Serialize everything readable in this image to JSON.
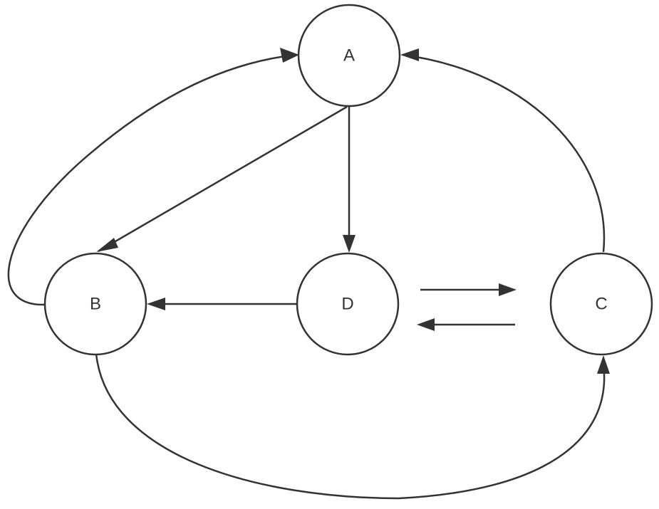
{
  "diagram": {
    "nodes": [
      {
        "id": "A",
        "label": "A"
      },
      {
        "id": "B",
        "label": "B"
      },
      {
        "id": "C",
        "label": "C"
      },
      {
        "id": "D",
        "label": "D"
      }
    ],
    "edges": [
      {
        "from": "B",
        "to": "A"
      },
      {
        "from": "A",
        "to": "B"
      },
      {
        "from": "A",
        "to": "D"
      },
      {
        "from": "C",
        "to": "A"
      },
      {
        "from": "D",
        "to": "B"
      },
      {
        "from": "D",
        "to": "C"
      },
      {
        "from": "C",
        "to": "D"
      },
      {
        "from": "B",
        "to": "C"
      }
    ],
    "colors": {
      "stroke": "#333333",
      "background": "#ffffff"
    }
  }
}
